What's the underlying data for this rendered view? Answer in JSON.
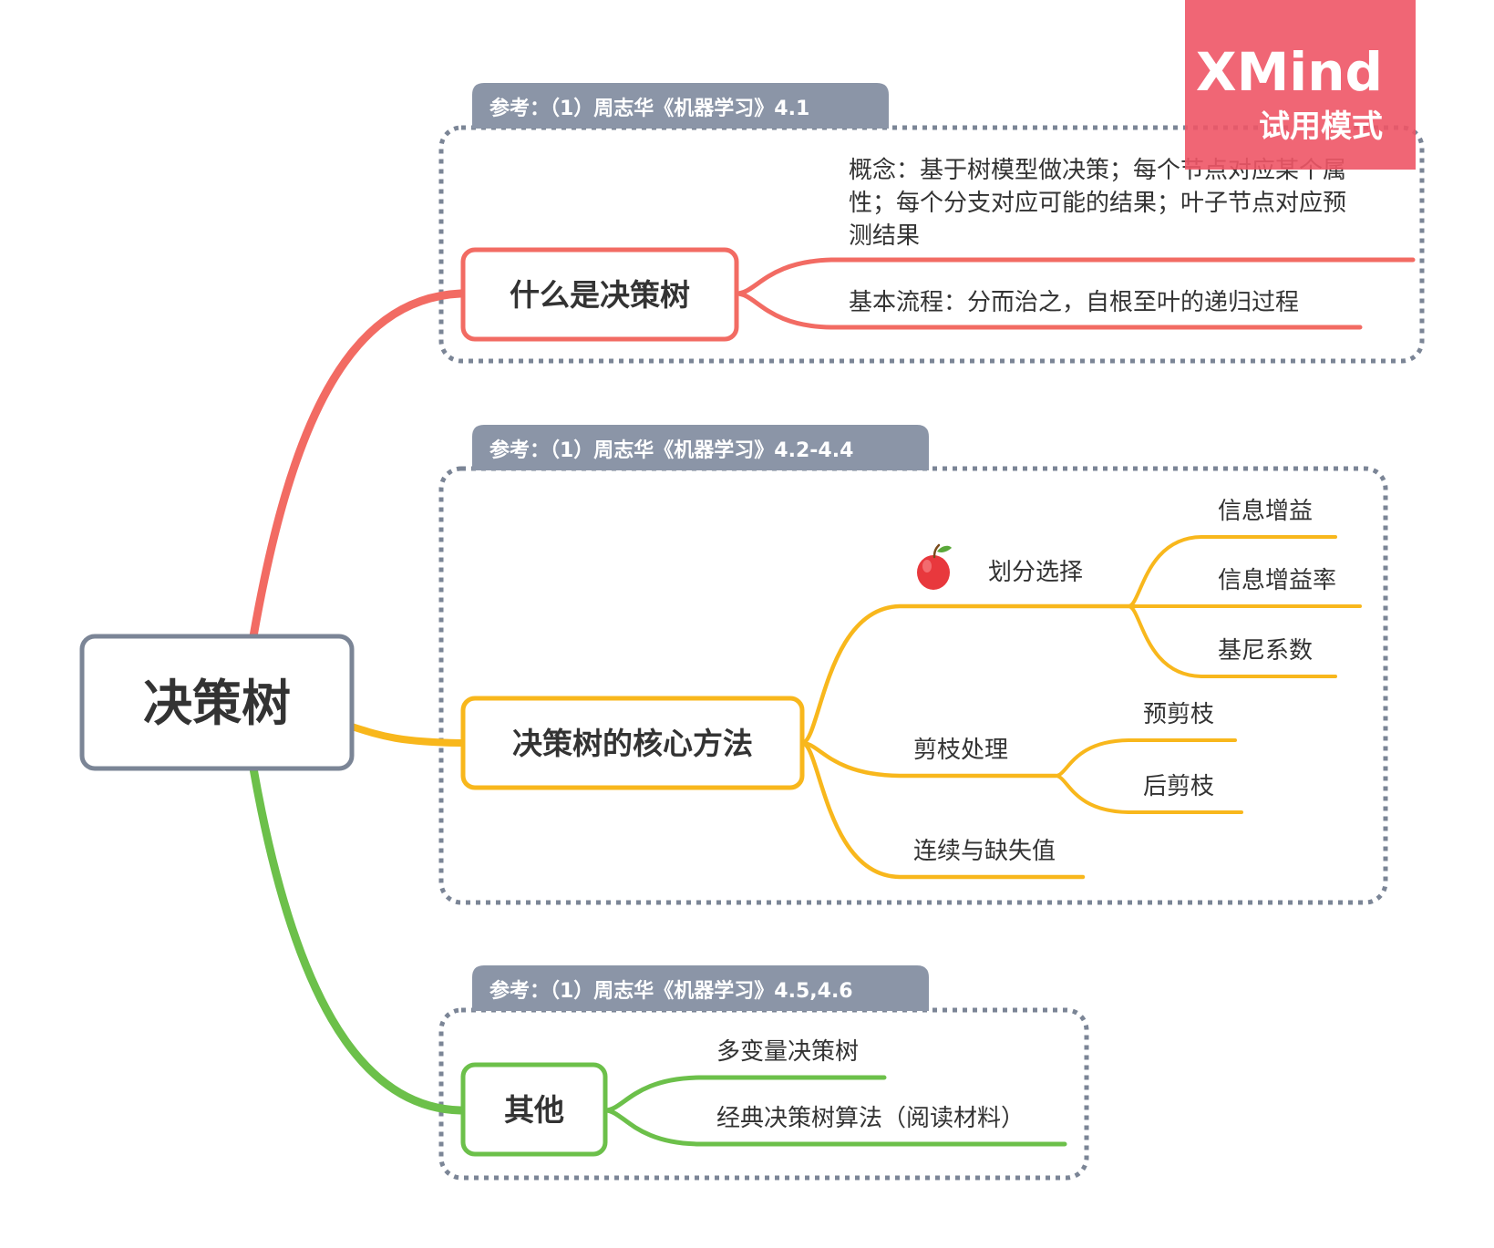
{
  "root": {
    "label": "决策树"
  },
  "branches": [
    {
      "id": "what",
      "label": "什么是决策树",
      "reference": "参考：（1）周志华《机器学习》4.1",
      "color": "#f26b63",
      "children": [
        {
          "lines": [
            "概念：基于树模型做决策；每个节点对应某个属",
            "性；每个分支对应可能的结果；叶子节点对应预",
            "测结果"
          ]
        },
        {
          "lines": [
            "基本流程：分而治之，自根至叶的递归过程"
          ]
        }
      ]
    },
    {
      "id": "core",
      "label": "决策树的核心方法",
      "reference": "参考：（1）周志华《机器学习》4.2-4.4",
      "color": "#f8b71c",
      "children": [
        {
          "label": "划分选择",
          "icon": "apple-icon",
          "children": [
            {
              "label": "信息增益"
            },
            {
              "label": "信息增益率"
            },
            {
              "label": "基尼系数"
            }
          ]
        },
        {
          "label": "剪枝处理",
          "children": [
            {
              "label": "预剪枝"
            },
            {
              "label": "后剪枝"
            }
          ]
        },
        {
          "label": "连续与缺失值"
        }
      ]
    },
    {
      "id": "other",
      "label": "其他",
      "reference": "参考：（1）周志华《机器学习》4.5,4.6",
      "color": "#6cc04a",
      "children": [
        {
          "label": "多变量决策树"
        },
        {
          "label": "经典决策树算法（阅读材料）"
        }
      ]
    }
  ],
  "watermark": {
    "title": "XMind",
    "subtitle": "试用模式",
    "color": "#ee5566"
  },
  "colors": {
    "reference_tag": "#8b95a7",
    "root_border": "#7b8596",
    "boundary": "#7b8596"
  }
}
